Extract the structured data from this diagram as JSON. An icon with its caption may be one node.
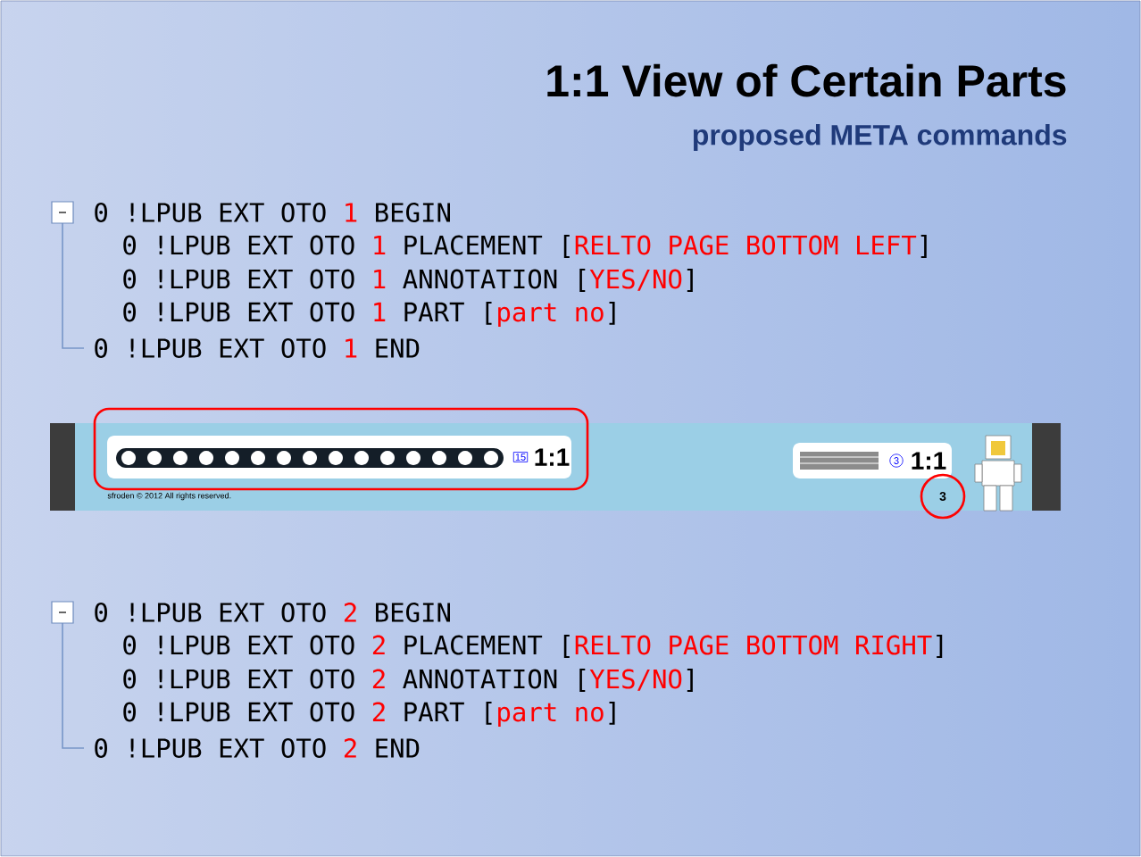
{
  "diagram": {
    "title": "1:1 View of Certain Parts",
    "nodes": [
      {
        "text": [
          "sfroden © 2012 All rights reserved.",
          "3"
        ]
      },
      {
        "text": [
          "15",
          "1:1"
        ],
        "in": 0
      },
      {
        "text": [
          "3",
          "1:1"
        ],
        "in": 0
      }
    ],
    "labels": [
      "proposed META commands",
      "0 !LPUB EXT OTO",
      "1",
      "BEGIN",
      "0 !LPUB EXT OTO",
      "1",
      "PLACEMENT [",
      "RELTO PAGE BOTTOM LEFT",
      "]",
      "0 !LPUB EXT OTO",
      "1",
      "ANNOTATION [",
      "YES/NO",
      "]",
      "0 !LPUB EXT OTO",
      "1",
      "PART [",
      "part no",
      "]",
      "0 !LPUB EXT OTO",
      "1",
      "END",
      "0 !LPUB EXT OTO",
      "2",
      "BEGIN",
      "0 !LPUB EXT OTO",
      "2",
      "PLACEMENT [",
      "RELTO PAGE BOTTOM RIGHT",
      "]",
      "0 !LPUB EXT OTO",
      "2",
      "ANNOTATION [",
      "YES/NO",
      "]",
      "0 !LPUB EXT OTO",
      "2",
      "PART [",
      "part no",
      "]",
      "0 !LPUB EXT OTO",
      "2",
      "END"
    ]
  }
}
